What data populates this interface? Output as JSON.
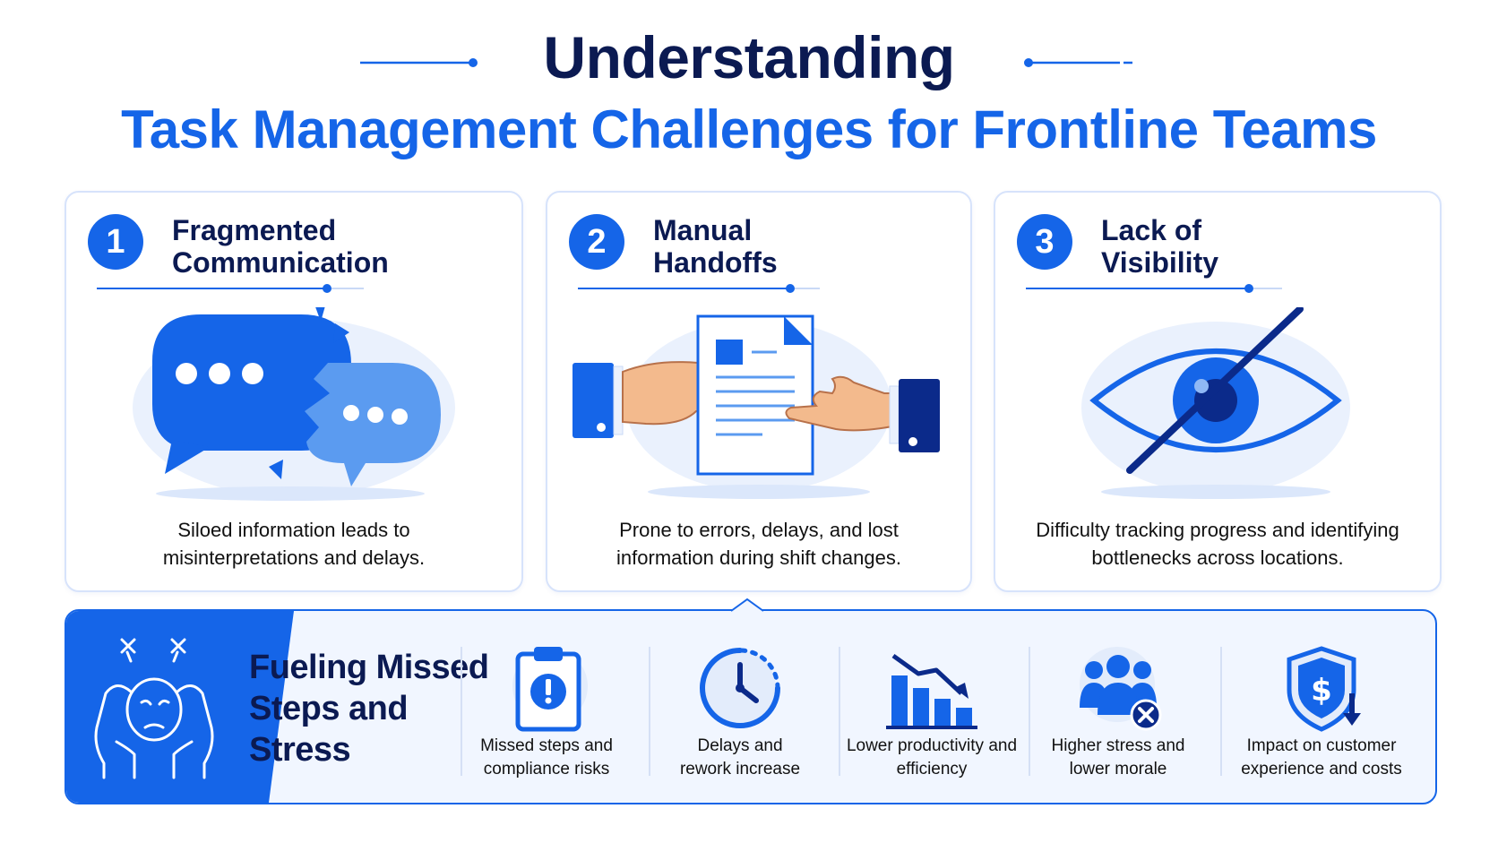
{
  "header": {
    "title_line1": "Understanding",
    "title_line2": "Task Management Challenges for Frontline Teams"
  },
  "cards": [
    {
      "number": "1",
      "title": "Fragmented Communication",
      "description": "Siloed information leads to misinterpretations and delays.",
      "icon": "broken-chat-bubbles-icon"
    },
    {
      "number": "2",
      "title": "Manual Handoffs",
      "description": "Prone to errors, delays, and lost information during shift changes.",
      "icon": "document-handoff-icon"
    },
    {
      "number": "3",
      "title": "Lack of Visibility",
      "description": "Difficulty tracking progress and identifying bottlenecks across locations.",
      "icon": "eye-slash-icon"
    }
  ],
  "banner": {
    "title": "Fueling Missed Steps and Stress",
    "icon": "stressed-person-icon",
    "impacts": [
      {
        "label": "Missed steps and compliance risks",
        "icon": "clipboard-alert-icon"
      },
      {
        "label": "Delays and rework increase",
        "icon": "clock-icon"
      },
      {
        "label": "Lower productivity and efficiency",
        "icon": "declining-bar-chart-icon"
      },
      {
        "label": "Higher stress and lower morale",
        "icon": "team-x-icon"
      },
      {
        "label": "Impact on customer experience and costs",
        "icon": "shield-dollar-icon"
      }
    ]
  },
  "colors": {
    "primary": "#1565e8",
    "navy": "#0b1a52",
    "light_blue": "#5b9bf0",
    "card_border": "#d7e3fb",
    "banner_bg": "#f1f6ff"
  }
}
